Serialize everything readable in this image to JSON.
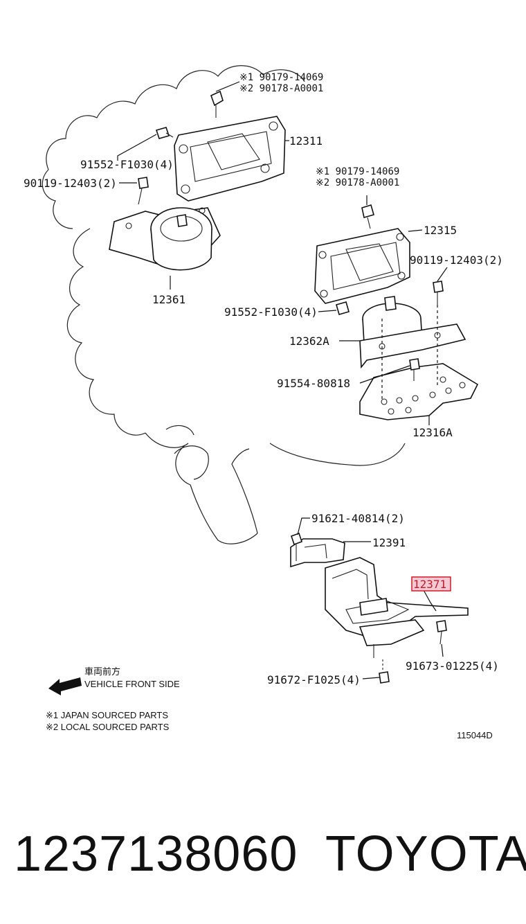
{
  "callouts": {
    "c_12311_n1": "※1 90179-14069",
    "c_12311_n2": "※2 90178-A0001",
    "c_12311": "12311",
    "c_91552_a": "91552-F1030(4)",
    "c_90119_a": "90119-12403(2)",
    "c_12361": "12361",
    "c_12315_n1": "※1 90179-14069",
    "c_12315_n2": "※2 90178-A0001",
    "c_12315": "12315",
    "c_90119_b": "90119-12403(2)",
    "c_91552_b": "91552-F1030(4)",
    "c_12362A": "12362A",
    "c_91554": "91554-80818",
    "c_12316A": "12316A",
    "c_91621": "91621-40814(2)",
    "c_12391": "12391",
    "c_12371": "12371",
    "c_91673": "91673-01225(4)",
    "c_91672": "91672-F1025(4)"
  },
  "legend": {
    "front_jp": "車両前方",
    "front_en": "VEHICLE FRONT SIDE",
    "note1": "※1 JAPAN SOURCED PARTS",
    "note2": "※2 LOCAL SOURCED PARTS",
    "figure_id": "115044D"
  },
  "footer": {
    "part_number": "1237138060",
    "brand": "TOYOTA"
  },
  "colors": {
    "highlight_fill": "#f4c9d4",
    "highlight_border": "#d11a2a"
  }
}
